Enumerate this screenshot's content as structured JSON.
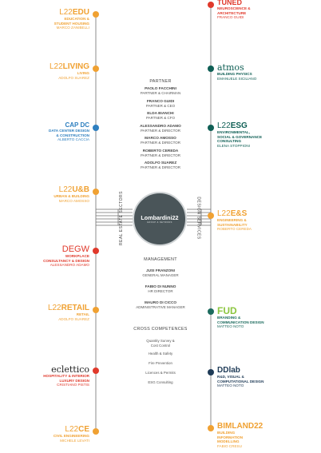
{
  "colors": {
    "orange": "#f0a132",
    "red": "#e0392b",
    "teal": "#0f5f55",
    "darkteal": "#1c6b5e",
    "blue": "#2e7fbf",
    "green": "#8cc63f",
    "navy": "#1f3b57",
    "line": "#6f6f6f"
  },
  "hub": {
    "name": "Lombardini22",
    "sub": "GROUP & NETWORK"
  },
  "axis": {
    "left": "REAL ESTATE SECTORS",
    "right": "DESIGN SERVICES"
  },
  "partners": {
    "title": "PARTNER",
    "people": [
      {
        "name": "PAOLO FACCHINI",
        "role": "PARTNER & CHAIRMAN"
      },
      {
        "name": "FRANCO GUIDI",
        "role": "PARTNER & CEO"
      },
      {
        "name": "ELDA BIANCHI",
        "role": "PARTNER & CFO"
      },
      {
        "name": "ALESSANDRO ADAMO",
        "role": "PARTNER & DIRECTOR"
      },
      {
        "name": "MARCO AMOSSO",
        "role": "PARTNER & DIRECTOR"
      },
      {
        "name": "ROBERTO CEREDA",
        "role": "PARTNER & DIRECTOR"
      },
      {
        "name": "ADOLFO SUAREZ",
        "role": "PARTNER & DIRECTOR"
      }
    ]
  },
  "management": {
    "title": "MANAGEMENT",
    "people": [
      {
        "name": "JUSI FRANZONI",
        "role": "GENERAL MANAGER"
      },
      {
        "name": "FABIO DI NUNNO",
        "role": "HR DIRECTOR"
      },
      {
        "name": "MAURO DI CICCO",
        "role": "ADMINISTRATIVE MANAGER"
      }
    ]
  },
  "cross": {
    "title": "CROSS COMPETENCES",
    "items": [
      "Quantity Survey &",
      "Cost Control",
      "Health & Safety",
      "Fire Prevention",
      "Licences & Permits",
      "ESG Consulting"
    ]
  },
  "left_units": [
    {
      "pre": "L22",
      "name": "EDU",
      "desc": [
        "EDUCATION &",
        "STUDENT HOUSING"
      ],
      "person": "MARCO ZANIBELLI",
      "color": "#f0a132"
    },
    {
      "pre": "L22",
      "name": "LIVING",
      "desc": [
        "LIVING"
      ],
      "person": "ADOLFO SUAREZ",
      "color": "#f0a132"
    },
    {
      "pre": "",
      "name": "CAP DC",
      "desc": [
        "DATA CENTER DESIGN",
        "& CONSTRUCTION"
      ],
      "person": "ALBERTO CACCIA",
      "color": "#2e7fbf"
    },
    {
      "pre": "L22",
      "name": "U&B",
      "desc": [
        "URBAN & BUILDING"
      ],
      "person": "MARCO AMOSSO",
      "color": "#f0a132"
    },
    {
      "pre": "",
      "name": "DEGW",
      "desc": [
        "WORKPLACE",
        "CONSULTANCY & DESIGN"
      ],
      "person": "ALESSANDRO ADAMO",
      "color": "#e0392b"
    },
    {
      "pre": "L22",
      "name": "RETAIL",
      "desc": [
        "RETAIL"
      ],
      "person": "ADOLFO SUAREZ",
      "color": "#f0a132"
    },
    {
      "pre": "",
      "name": "eclettico",
      "desc": [
        "HOSPITALITY & INTERIOR",
        "LUXURY DESIGN"
      ],
      "person": "CRISTIANO PISTIS",
      "color": "#e0392b"
    },
    {
      "pre": "L22",
      "name": "CE",
      "desc": [
        "CIVIL ENGINEERING"
      ],
      "person": "MICHELE LEVATI",
      "color": "#f0a132"
    }
  ],
  "right_units": [
    {
      "pre": "",
      "name": "TUNED",
      "desc": [
        "NEUROSCIENCE &",
        "ARCHITECTURE"
      ],
      "person": "FRANCO GUIDI",
      "color": "#e0392b"
    },
    {
      "pre": "",
      "name": "atmos",
      "desc": [
        "BUILDING PHYSICS"
      ],
      "person": "EMANUELE SICILIANO",
      "color": "#0f5f55"
    },
    {
      "pre": "L22",
      "name": "ESG",
      "desc": [
        "ENVIRONMENTAL,",
        "SOCIAL & GOVERNANCE",
        "CONSULTING"
      ],
      "person": "ELENA STOPPIONI",
      "color": "#0f5f55"
    },
    {
      "pre": "L22",
      "name": "E&S",
      "desc": [
        "ENGINEERING &",
        "SUSTAINABILITY"
      ],
      "person": "ROBERTO CEREDA",
      "color": "#f0a132"
    },
    {
      "pre": "",
      "name": "FUD",
      "desc": [
        "BRANDING &",
        "COMMUNICATION DESIGN"
      ],
      "person": "MATTEO NOTO",
      "color": "#1c6b5e"
    },
    {
      "pre": "",
      "name": "DDlab",
      "desc": [
        "R&D, VISUAL &",
        "COMPUTATIONAL DESIGN"
      ],
      "person": "MATTEO NOTO",
      "color": "#1f3b57"
    },
    {
      "pre": "",
      "name": "BIMLAND22",
      "desc": [
        "BUILDING",
        "INFORMATION",
        "MODELLING"
      ],
      "person": "FABIO CRESU",
      "color": "#f0a132"
    }
  ]
}
